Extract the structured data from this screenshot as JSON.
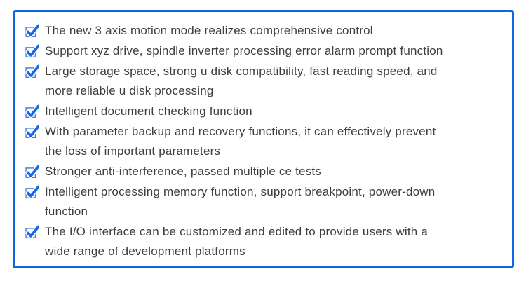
{
  "panel": {
    "border_color": "#0f66e0",
    "background": "#ffffff"
  },
  "colors": {
    "check_blue": "#1668e3",
    "checkbox_outline": "#4a82dd",
    "text": "#3e3e3e"
  },
  "icons": {
    "bullet": "checked-checkbox-icon"
  },
  "features": [
    {
      "text": "The new 3 axis motion mode realizes comprehensive control"
    },
    {
      "text": "Support xyz drive, spindle inverter processing error alarm prompt function"
    },
    {
      "text": "Large storage space, strong u disk compatibility, fast reading speed, and\nmore reliable u disk processing"
    },
    {
      "text": "Intelligent document checking function"
    },
    {
      "text": "With parameter backup and recovery functions, it can effectively prevent\nthe loss of important parameters"
    },
    {
      "text": "Stronger anti-interference, passed multiple ce tests"
    },
    {
      "text": "Intelligent processing memory function, support breakpoint, power-down\nfunction"
    },
    {
      "text": "The I/O interface can be customized and edited to provide users with a\nwide range of development platforms"
    }
  ]
}
